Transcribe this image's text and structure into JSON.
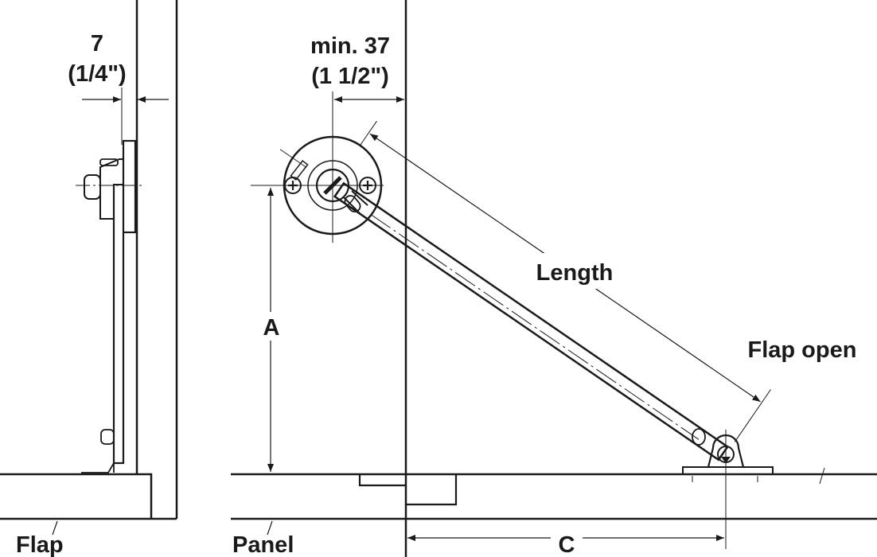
{
  "labels": {
    "side_dim_mm": "7",
    "side_dim_in": "(1/4\")",
    "front_dim_mm": "min. 37",
    "front_dim_in": "(1 1/2\")",
    "length": "Length",
    "flap_open": "Flap open",
    "dim_a": "A",
    "dim_c": "C",
    "flap": "Flap",
    "panel": "Panel"
  },
  "colors": {
    "line": "#1a1a1a",
    "background": "#ffffff"
  }
}
